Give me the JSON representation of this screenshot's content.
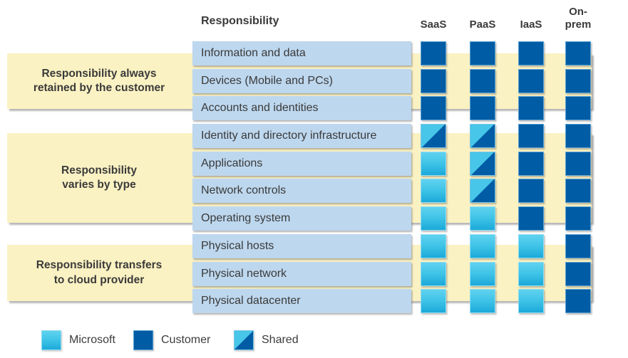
{
  "header": {
    "responsibility_column": "Responsibility",
    "service_columns": [
      "SaaS",
      "PaaS",
      "IaaS",
      "On-\nprem"
    ]
  },
  "groups": [
    {
      "label": "Responsibility always\nretained by the customer"
    },
    {
      "label": "Responsibility\nvaries by type"
    },
    {
      "label": "Responsibility transfers\nto cloud provider"
    }
  ],
  "rows": [
    {
      "label": "Information and data",
      "cells": [
        "customer",
        "customer",
        "customer",
        "customer"
      ]
    },
    {
      "label": "Devices (Mobile and PCs)",
      "cells": [
        "customer",
        "customer",
        "customer",
        "customer"
      ]
    },
    {
      "label": "Accounts and identities",
      "cells": [
        "customer",
        "customer",
        "customer",
        "customer"
      ]
    },
    {
      "label": "Identity and directory infrastructure",
      "cells": [
        "shared",
        "shared",
        "customer",
        "customer"
      ]
    },
    {
      "label": "Applications",
      "cells": [
        "microsoft",
        "shared",
        "customer",
        "customer"
      ]
    },
    {
      "label": "Network controls",
      "cells": [
        "microsoft",
        "shared",
        "customer",
        "customer"
      ]
    },
    {
      "label": "Operating system",
      "cells": [
        "microsoft",
        "microsoft",
        "customer",
        "customer"
      ]
    },
    {
      "label": "Physical hosts",
      "cells": [
        "microsoft",
        "microsoft",
        "microsoft",
        "customer"
      ]
    },
    {
      "label": "Physical network",
      "cells": [
        "microsoft",
        "microsoft",
        "microsoft",
        "customer"
      ]
    },
    {
      "label": "Physical datacenter",
      "cells": [
        "microsoft",
        "microsoft",
        "microsoft",
        "customer"
      ]
    }
  ],
  "legend": {
    "items": [
      {
        "label": "Microsoft",
        "type": "microsoft"
      },
      {
        "label": "Customer",
        "type": "customer"
      },
      {
        "label": "Shared",
        "type": "shared"
      }
    ]
  },
  "colors": {
    "customer_blue": "#005CA4",
    "microsoft_cyan_top": "#5FD2EF",
    "microsoft_cyan_bottom": "#1BA9D9",
    "row_label_bg": "#BDD7EE",
    "group_band_bg": "#FBF2C3"
  }
}
